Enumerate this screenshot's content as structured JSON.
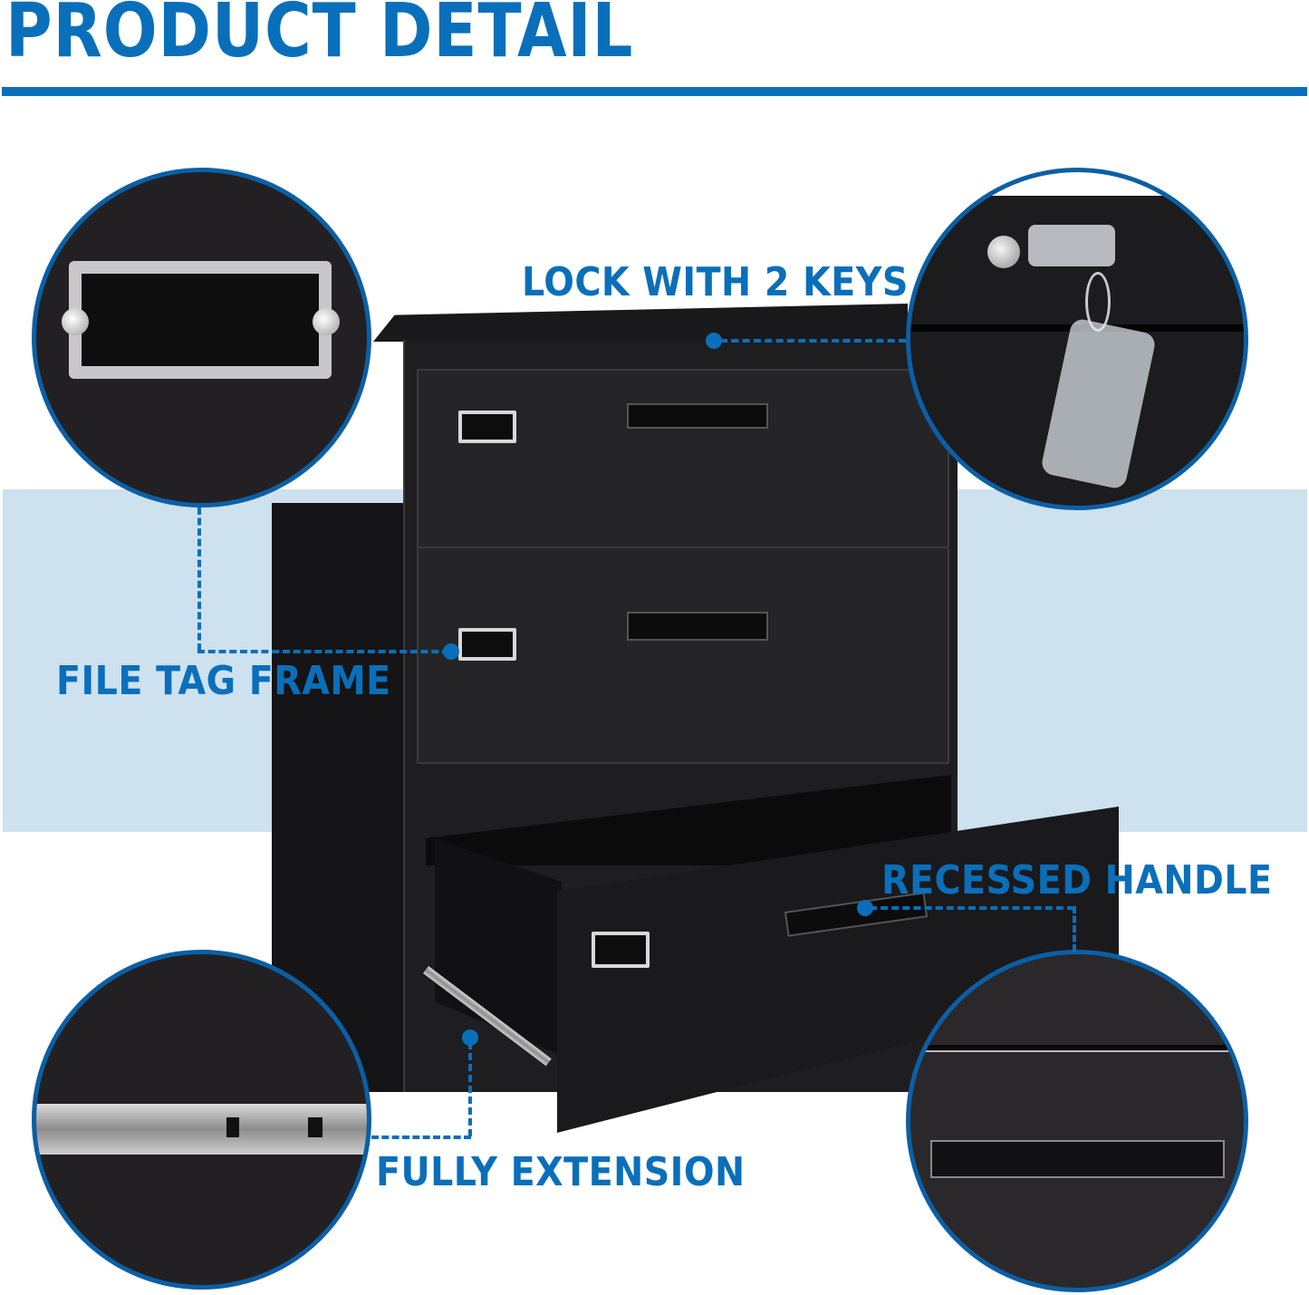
{
  "header": {
    "title": "PRODUCT DETAIL"
  },
  "callouts": [
    {
      "id": "lock",
      "label": "LOCK WITH 2 KEYS",
      "icon": "key-lock-icon"
    },
    {
      "id": "tag",
      "label": "FILE TAG FRAME",
      "icon": "file-tag-frame-icon"
    },
    {
      "id": "handle",
      "label": "RECESSED HANDLE",
      "icon": "recessed-handle-icon"
    },
    {
      "id": "rail",
      "label": "FULLY EXTENSION",
      "icon": "drawer-slide-rail-icon"
    }
  ],
  "product": {
    "type": "3-drawer lateral file cabinet",
    "color": "black",
    "drawers": 3
  },
  "colors": {
    "accent": "#0a6fba",
    "band": "#cde1ef",
    "circle_border": "#0b5fa5",
    "cabinet": "#1e1d20"
  }
}
